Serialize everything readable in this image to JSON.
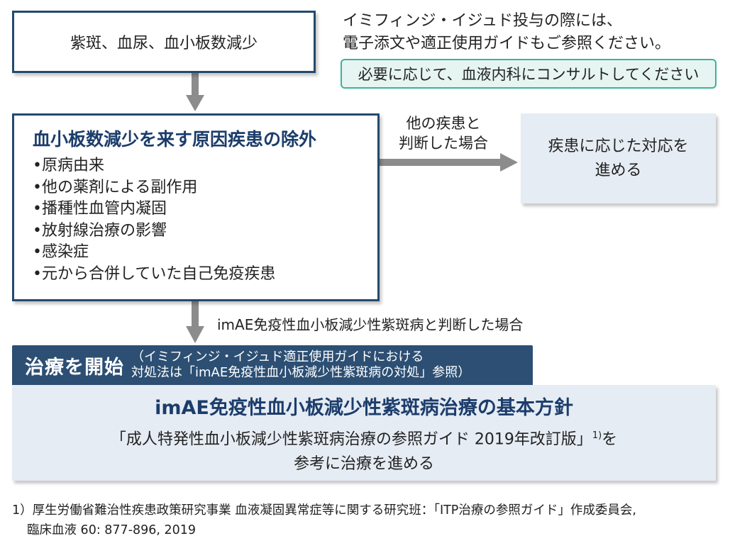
{
  "symptom": "紫斑、血尿、血小板数減少",
  "note": {
    "line1": "イミフィンジ・イジュド投与の際には、",
    "line2": "電子添文や適正使用ガイドもご参照ください。"
  },
  "consult": "必要に応じて、血液内科にコンサルトしてください",
  "exclusion": {
    "title": "血小板数減少を来す原因疾患の除外",
    "items": [
      "•原病由来",
      "•他の薬剤による副作用",
      "•播種性血管内凝固",
      "•放射線治療の影響",
      "•感染症",
      "•元から合併していた自己免疫疾患"
    ]
  },
  "other_branch": {
    "line1": "他の疾患と",
    "line2": "判断した場合"
  },
  "disease_response": {
    "line1": "疾患に応じた対応を",
    "line2": "進める"
  },
  "imae_branch": "imAE免疫性血小板減少性紫斑病と判断した場合",
  "start": {
    "title": "治療を開始",
    "note_line1": "（イミフィンジ・イジュド適正使用ガイドにおける",
    "note_line2": "対処法は「imAE免疫性血小板減少性紫斑病の対処」参照）"
  },
  "policy": {
    "title": "imAE免疫性血小板減少性紫斑病治療の基本方針",
    "line1": "「成人特発性血小板減少性紫斑病治療の参照ガイド 2019年改訂版」",
    "line1_ref": "1)",
    "line1_tail": "を",
    "line2": "参考に治療を進める"
  },
  "footnote": {
    "line1": "1）厚生労働省難治性疾患政策研究事業 血液凝固異常症等に関する研究班：「ITP治療の参照ガイド」作成委員会,",
    "line2": "臨床血液 60: 877-896, 2019"
  },
  "colors": {
    "navy": "#24496e",
    "teal": "#3ab39a",
    "light_blue": "#e6ecf4",
    "arrow_gray": "#8c8c8c"
  }
}
